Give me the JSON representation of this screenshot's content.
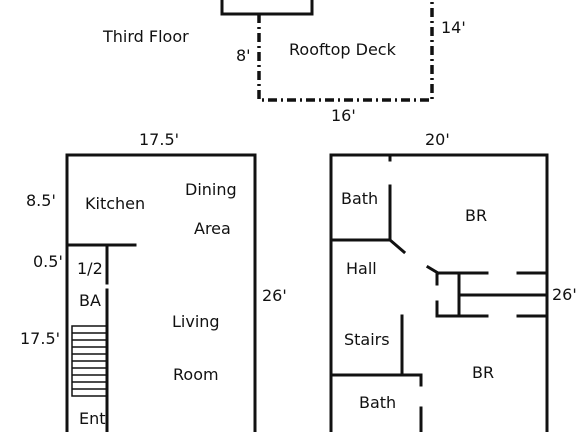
{
  "third_floor": {
    "title": "Third Floor",
    "deck_label": "Rooftop Deck",
    "dim_left": "8'",
    "dim_right": "14'",
    "dim_bottom": "16'"
  },
  "left_plan": {
    "dim_width": "17.5'",
    "dim_kitchen": "8.5'",
    "dim_gap": "0.5'",
    "dim_living": "17.5'",
    "dim_height": "26'",
    "kitchen": "Kitchen",
    "dining_1": "Dining",
    "dining_2": "Area",
    "half_bath_1": "1/2",
    "half_bath_2": "BA",
    "living_1": "Living",
    "living_2": "Room",
    "entry": "Ent"
  },
  "right_plan": {
    "dim_width": "20'",
    "dim_height": "26'",
    "bath_top": "Bath",
    "br_top": "BR",
    "hall": "Hall",
    "stairs": "Stairs",
    "br_bottom": "BR",
    "bath_bottom": "Bath"
  }
}
